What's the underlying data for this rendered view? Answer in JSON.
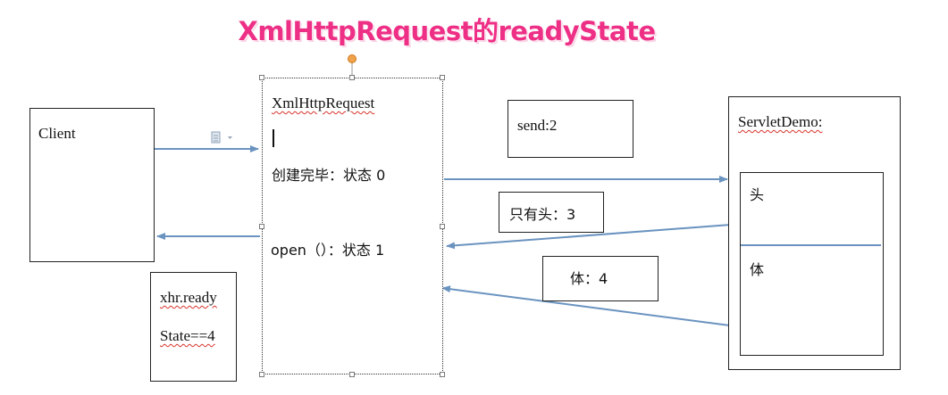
{
  "title": "XmlHttpRequest的readyState",
  "client": {
    "label": "Client"
  },
  "xhr": {
    "label": "XmlHttpRequest",
    "state0": "创建完毕：状态 0",
    "state1": "open（）：状态 1"
  },
  "send_note": {
    "label": "send:2"
  },
  "header_note": {
    "label": "只有头：3"
  },
  "body_note": {
    "label": "体：4"
  },
  "servlet": {
    "label": "ServletDemo:",
    "header": "头",
    "body": "体"
  },
  "ready_note": {
    "line1": "xhr.ready",
    "line2": "State==4"
  },
  "colors": {
    "title": "#ee2f86",
    "arrow": "#6a93c0",
    "spell_underline": "#d9332b",
    "rotate_handle": "#f0a24a"
  },
  "icons": {
    "paste_options": "paste-options-icon"
  }
}
